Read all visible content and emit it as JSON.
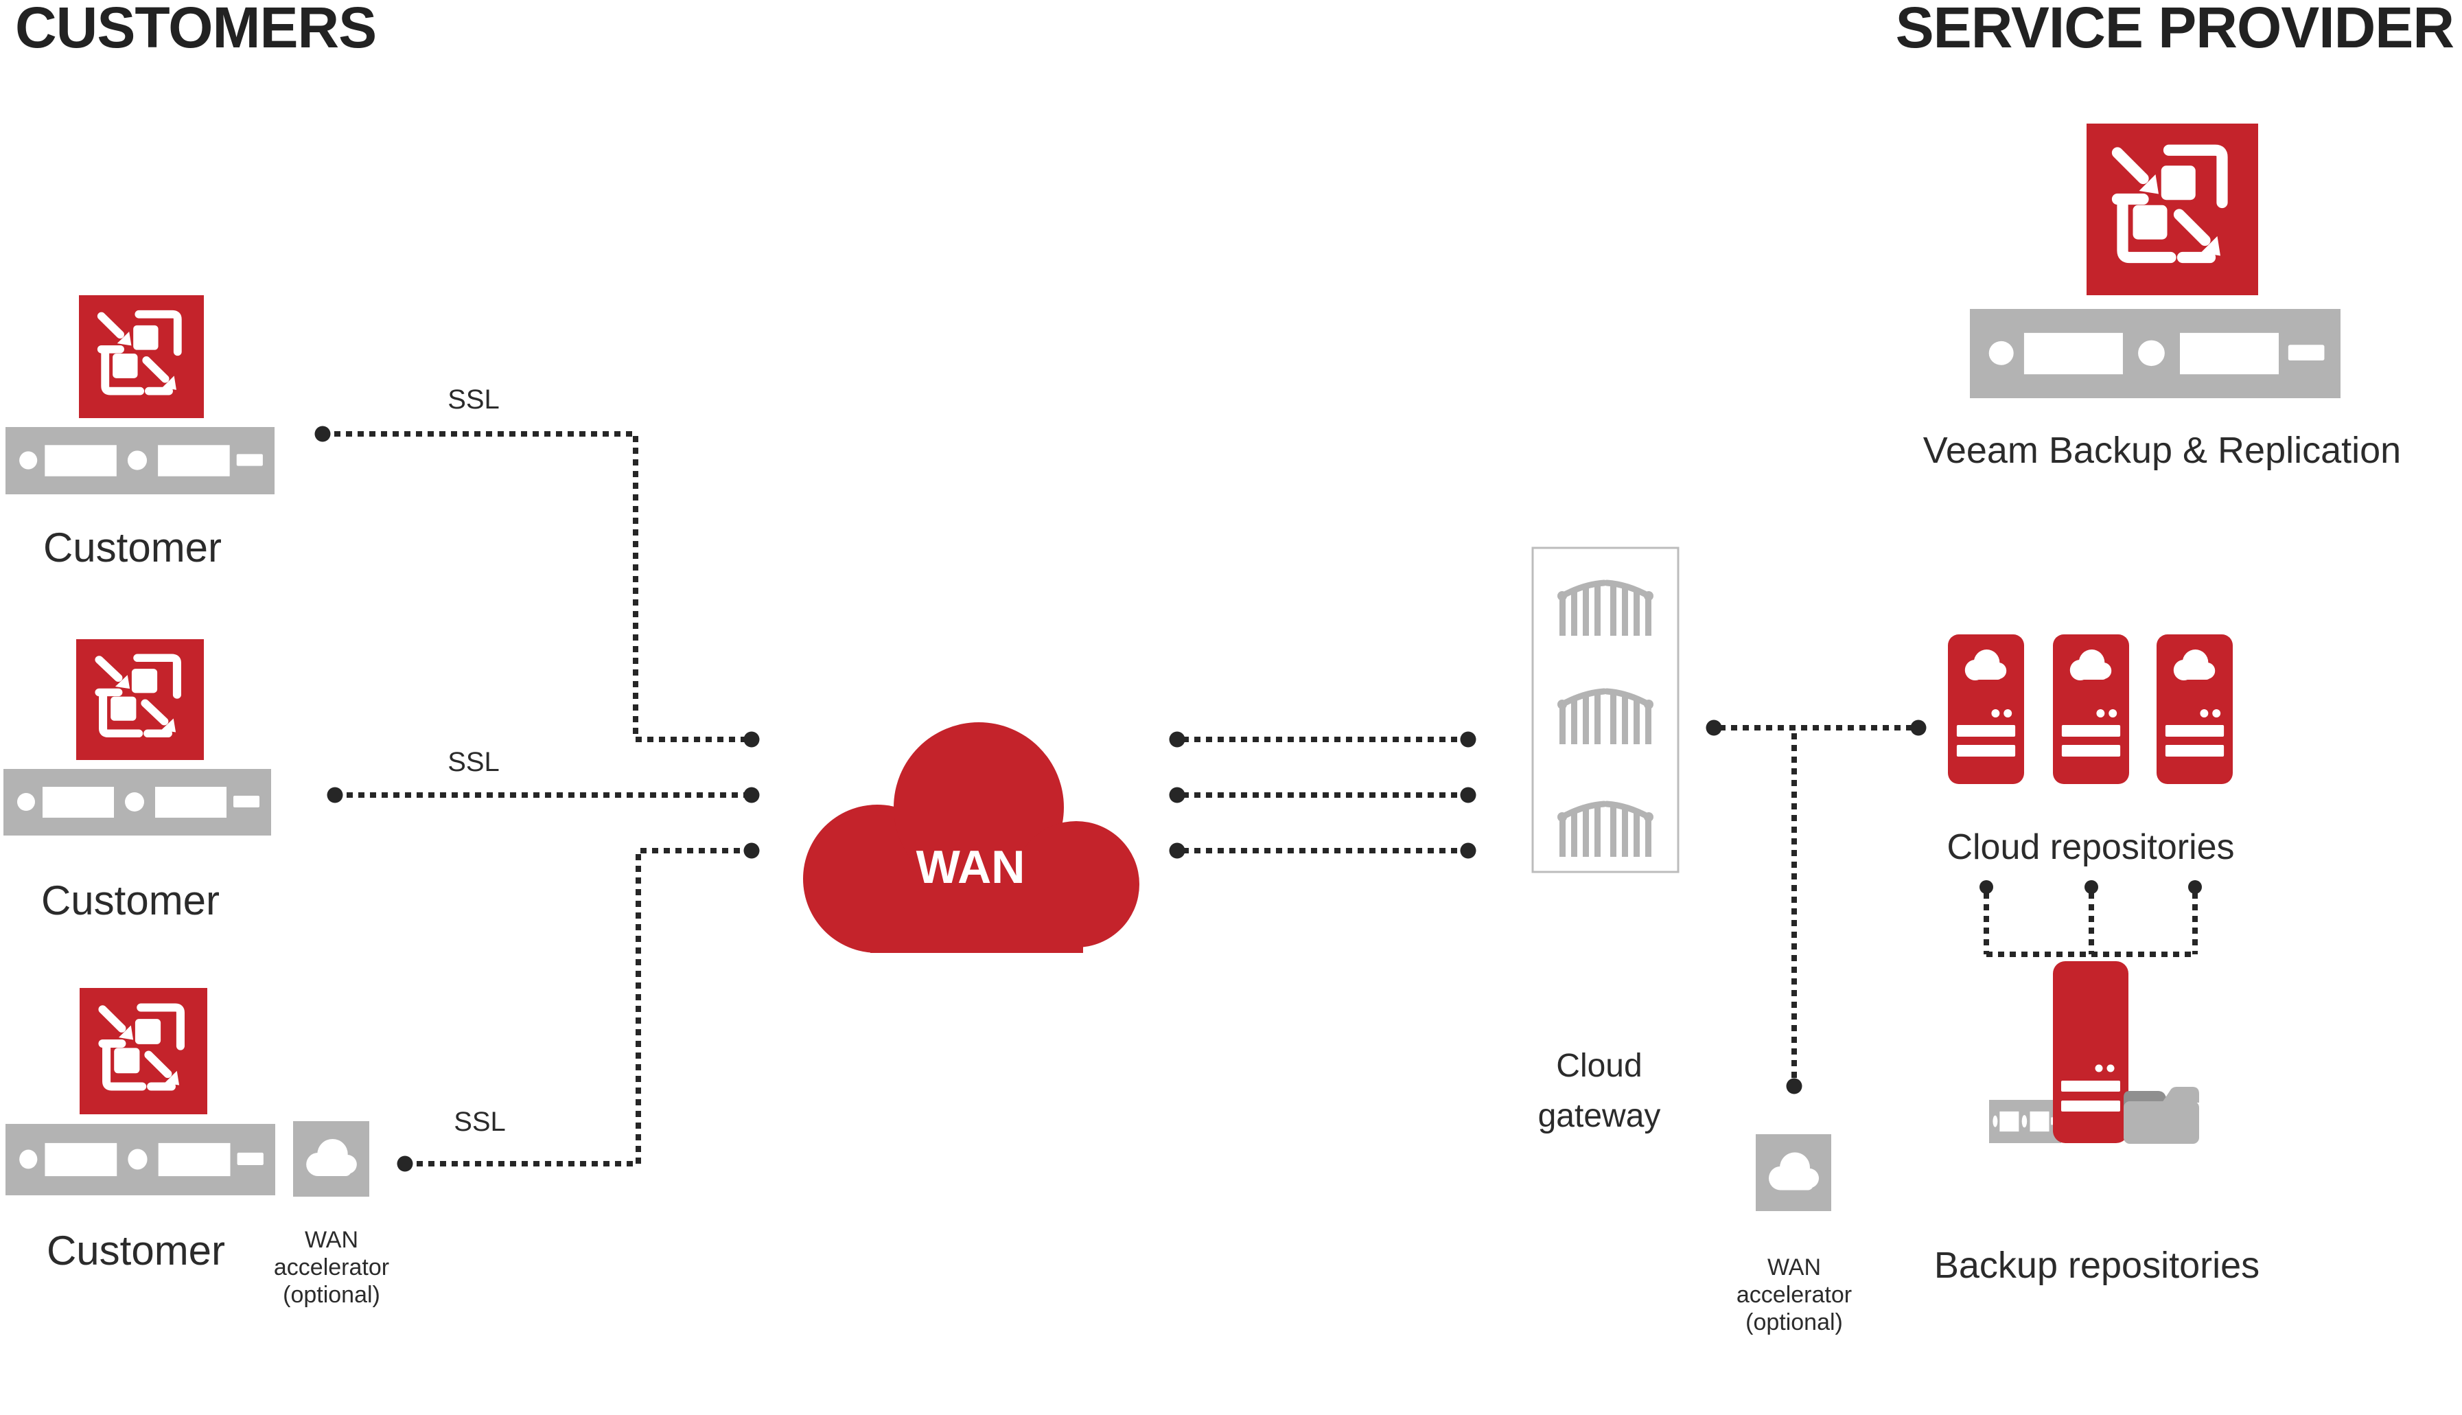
{
  "headers": {
    "customers": "CUSTOMERS",
    "service_provider": "SERVICE PROVIDER"
  },
  "customers": {
    "items": [
      {
        "label": "Customer"
      },
      {
        "label": "Customer"
      },
      {
        "label": "Customer"
      }
    ]
  },
  "connections": {
    "ssl_labels": [
      "SSL",
      "SSL",
      "SSL"
    ],
    "style": "dotted-with-end-dots"
  },
  "wan": {
    "label": "WAN"
  },
  "cloud_gateway": {
    "label": [
      "Cloud",
      "gateway"
    ],
    "gates_count": 3
  },
  "wan_accelerator_customer": {
    "label": [
      "WAN",
      "accelerator",
      "(optional)"
    ]
  },
  "wan_accelerator_provider": {
    "label": [
      "WAN",
      "accelerator",
      "(optional)"
    ]
  },
  "service_provider": {
    "vbr_label": "Veeam Backup & Replication",
    "cloud_repositories_label": "Cloud repositories",
    "cloud_repositories_count": 3,
    "backup_repositories_label": "Backup repositories"
  },
  "icons": {
    "veeam_backup": "veeam-arrows-icon",
    "server": "server-icon",
    "wan_accelerator": "cloud-accelerator-icon",
    "cloud_gateway": "gate-icon",
    "cloud_repository": "cloud-repository-icon",
    "backup_repository": "backup-tower-icon",
    "folder": "folder-icon",
    "wan_cloud": "wan-cloud-icon"
  },
  "colors": {
    "veeam_red": "#c4232b",
    "device_gray": "#b3b3b3",
    "folder_shadow_gray": "#8f8f8f",
    "text_dark": "#2b2b2b",
    "connector_dark": "#262626",
    "gateway_border": "#bcbcbc"
  }
}
